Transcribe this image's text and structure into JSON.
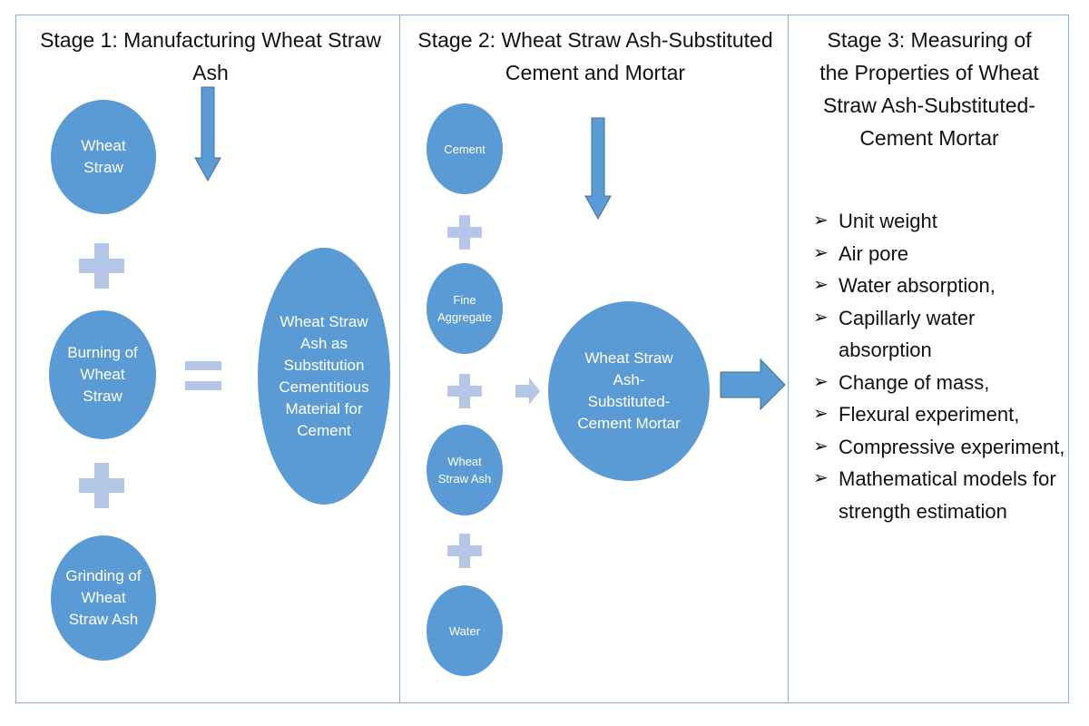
{
  "stage1": {
    "title": "Stage 1: Manufacturing Wheat Straw Ash",
    "items": [
      "Wheat Straw",
      "Burning of Wheat Straw",
      "Grinding of Wheat Straw Ash"
    ],
    "result": "Wheat Straw Ash as Substitution Cementitious Material for Cement"
  },
  "stage2": {
    "title": "Stage 2: Wheat Straw Ash-Substituted Cement and Mortar",
    "items": [
      "Cement",
      "Fine Aggregate",
      "Wheat Straw Ash",
      "Water"
    ],
    "result": "Wheat Straw Ash-Substituted-Cement Mortar"
  },
  "stage3": {
    "title": "Stage 3: Measuring of the Properties of Wheat Straw Ash-Substituted-Cement Mortar",
    "properties": [
      "Unit weight",
      "Air pore",
      "Water absorption,",
      "Capillarly water absorption",
      "Change of mass,",
      "Flexural experiment,",
      "Compressive experiment,",
      "Mathematical models for strength estimation"
    ]
  },
  "colors": {
    "ellipse_fill": "#5b9bd5",
    "operator_fill": "#b4c7e7",
    "border": "#8fb3d6"
  }
}
